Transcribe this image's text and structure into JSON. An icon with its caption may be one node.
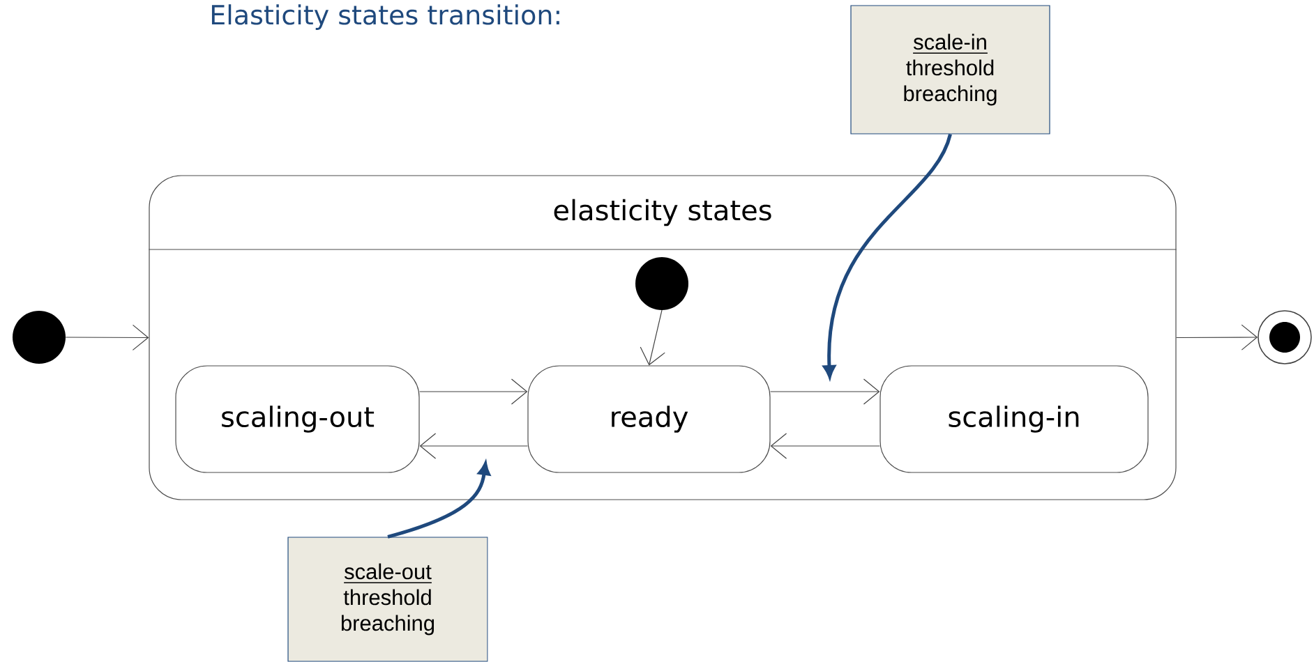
{
  "diagram": {
    "title": "Elasticity states transition:",
    "nodes": [
      {
        "text": [],
        "shape": "circle"
      },
      {
        "text": [
          "elasticity states"
        ]
      },
      {
        "text": [],
        "shape": "circle",
        "in": 1
      },
      {
        "text": [
          "scaling-out"
        ],
        "in": 1
      },
      {
        "text": [
          "ready"
        ],
        "in": 1
      },
      {
        "text": [
          "scaling-in"
        ],
        "in": 1
      },
      {
        "text": [],
        "shape": "circle"
      },
      {
        "text": [
          "scale-in",
          "threshold breaching"
        ]
      },
      {
        "text": [
          "scale-out",
          "threshold breaching"
        ]
      }
    ],
    "edges": [
      {
        "from": 0,
        "to": 1,
        "arrow": "to"
      },
      {
        "from": 2,
        "to": 4,
        "arrow": "to"
      },
      {
        "from": 3,
        "to": 4,
        "arrow": "to"
      },
      {
        "from": 4,
        "to": 3,
        "arrow": "to"
      },
      {
        "from": 4,
        "to": 5,
        "arrow": "to"
      },
      {
        "from": 5,
        "to": 4,
        "arrow": "to"
      },
      {
        "from": 1,
        "to": 6,
        "arrow": "to"
      },
      {
        "from": 7,
        "to": null,
        "arrow": "to",
        "style": "thick",
        "color": "#1f497d"
      },
      {
        "from": 8,
        "to": null,
        "arrow": "to",
        "style": "thick",
        "color": "#1f497d"
      }
    ]
  }
}
